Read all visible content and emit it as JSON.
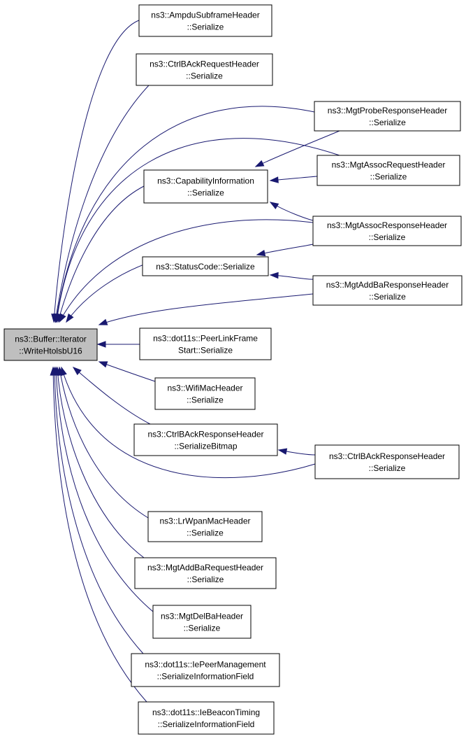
{
  "diagram": {
    "type": "call-graph",
    "colors": {
      "edge": "#191970",
      "focus_fill": "#bfbfbf",
      "node_fill": "#ffffff",
      "border": "#000000"
    },
    "nodes": [
      {
        "id": "buffer",
        "focus": true,
        "lines": [
          "ns3::Buffer::Iterator",
          "::WriteHtolsbU16"
        ]
      },
      {
        "id": "ampdu",
        "lines": [
          "ns3::AmpduSubframeHeader",
          "::Serialize"
        ]
      },
      {
        "id": "ctrlbackreq",
        "lines": [
          "ns3::CtrlBAckRequestHeader",
          "::Serialize"
        ]
      },
      {
        "id": "probe",
        "lines": [
          "ns3::MgtProbeResponseHeader",
          "::Serialize"
        ]
      },
      {
        "id": "assocreq",
        "lines": [
          "ns3::MgtAssocRequestHeader",
          "::Serialize"
        ]
      },
      {
        "id": "capability",
        "lines": [
          "ns3::CapabilityInformation",
          "::Serialize"
        ]
      },
      {
        "id": "assocresp",
        "lines": [
          "ns3::MgtAssocResponseHeader",
          "::Serialize"
        ]
      },
      {
        "id": "status",
        "lines": [
          "ns3::StatusCode::Serialize"
        ]
      },
      {
        "id": "addbaresp",
        "lines": [
          "ns3::MgtAddBaResponseHeader",
          "::Serialize"
        ]
      },
      {
        "id": "peerlink",
        "lines": [
          "ns3::dot11s::PeerLinkFrame",
          "Start::Serialize"
        ]
      },
      {
        "id": "wifimac",
        "lines": [
          "ns3::WifiMacHeader",
          "::Serialize"
        ]
      },
      {
        "id": "ctrlbackbitmap",
        "lines": [
          "ns3::CtrlBAckResponseHeader",
          "::SerializeBitmap"
        ]
      },
      {
        "id": "ctrlbackresp",
        "lines": [
          "ns3::CtrlBAckResponseHeader",
          "::Serialize"
        ]
      },
      {
        "id": "lrwpan",
        "lines": [
          "ns3::LrWpanMacHeader",
          "::Serialize"
        ]
      },
      {
        "id": "addbareq",
        "lines": [
          "ns3::MgtAddBaRequestHeader",
          "::Serialize"
        ]
      },
      {
        "id": "delba",
        "lines": [
          "ns3::MgtDelBaHeader",
          "::Serialize"
        ]
      },
      {
        "id": "iepeer",
        "lines": [
          "ns3::dot11s::IePeerManagement",
          "::SerializeInformationField"
        ]
      },
      {
        "id": "iebeacon",
        "lines": [
          "ns3::dot11s::IeBeaconTiming",
          "::SerializeInformationField"
        ]
      }
    ],
    "edges": [
      {
        "from": "ampdu",
        "to": "buffer"
      },
      {
        "from": "ctrlbackreq",
        "to": "buffer"
      },
      {
        "from": "probe",
        "to": "buffer"
      },
      {
        "from": "assocreq",
        "to": "buffer"
      },
      {
        "from": "capability",
        "to": "buffer"
      },
      {
        "from": "assocresp",
        "to": "buffer"
      },
      {
        "from": "status",
        "to": "buffer"
      },
      {
        "from": "addbaresp",
        "to": "buffer"
      },
      {
        "from": "peerlink",
        "to": "buffer"
      },
      {
        "from": "wifimac",
        "to": "buffer"
      },
      {
        "from": "ctrlbackbitmap",
        "to": "buffer"
      },
      {
        "from": "ctrlbackresp",
        "to": "buffer"
      },
      {
        "from": "lrwpan",
        "to": "buffer"
      },
      {
        "from": "addbareq",
        "to": "buffer"
      },
      {
        "from": "delba",
        "to": "buffer"
      },
      {
        "from": "iepeer",
        "to": "buffer"
      },
      {
        "from": "iebeacon",
        "to": "buffer"
      },
      {
        "from": "probe",
        "to": "capability"
      },
      {
        "from": "assocreq",
        "to": "capability"
      },
      {
        "from": "assocresp",
        "to": "capability"
      },
      {
        "from": "assocresp",
        "to": "status"
      },
      {
        "from": "addbaresp",
        "to": "status"
      },
      {
        "from": "ctrlbackresp",
        "to": "ctrlbackbitmap"
      }
    ]
  }
}
